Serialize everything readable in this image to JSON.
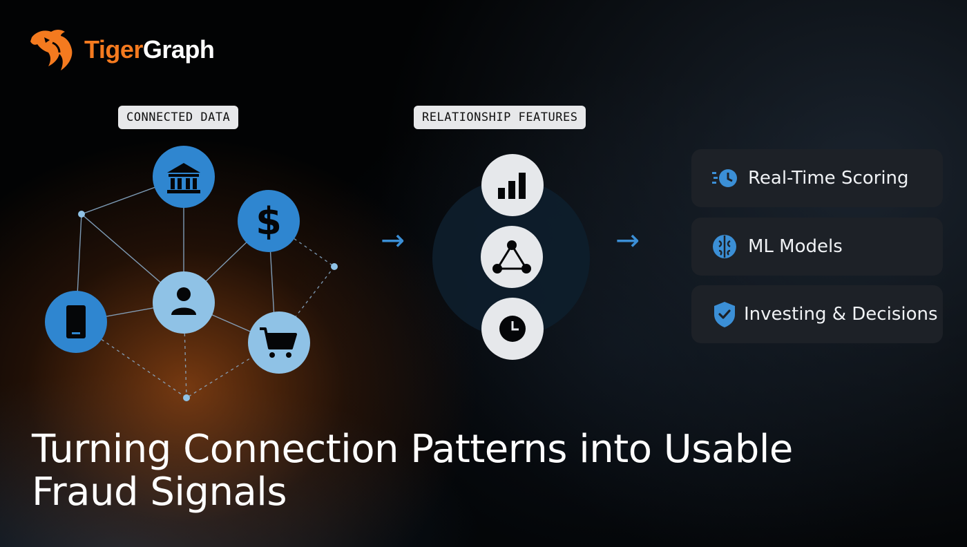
{
  "brand": {
    "name_part1": "Tiger",
    "name_part2": "Graph",
    "accent_color": "#f47a1f"
  },
  "tags": {
    "connected": "CONNECTED DATA",
    "features": "RELATIONSHIP FEATURES"
  },
  "graph_nodes": [
    {
      "id": "bank",
      "icon": "bank-icon"
    },
    {
      "id": "dollar",
      "icon": "dollar-icon"
    },
    {
      "id": "person",
      "icon": "person-icon"
    },
    {
      "id": "phone",
      "icon": "phone-icon"
    },
    {
      "id": "cart",
      "icon": "cart-icon"
    }
  ],
  "feature_icons": [
    "bar-chart-icon",
    "triangle-graph-icon",
    "clock-icon"
  ],
  "outputs": [
    {
      "label": "Real-Time Scoring",
      "icon": "fast-clock-icon"
    },
    {
      "label": "ML Models",
      "icon": "brain-icon"
    },
    {
      "label": "Investing & Decisions",
      "icon": "shield-check-icon"
    }
  ],
  "headline": {
    "line1": "Turning Connection Patterns into Usable",
    "line2": "Fraud Signals"
  },
  "colors": {
    "node_dark": "#2f86d0",
    "node_light": "#8fc2e6",
    "arrow": "#3b8fd6",
    "card_bg": "#1d2127"
  }
}
